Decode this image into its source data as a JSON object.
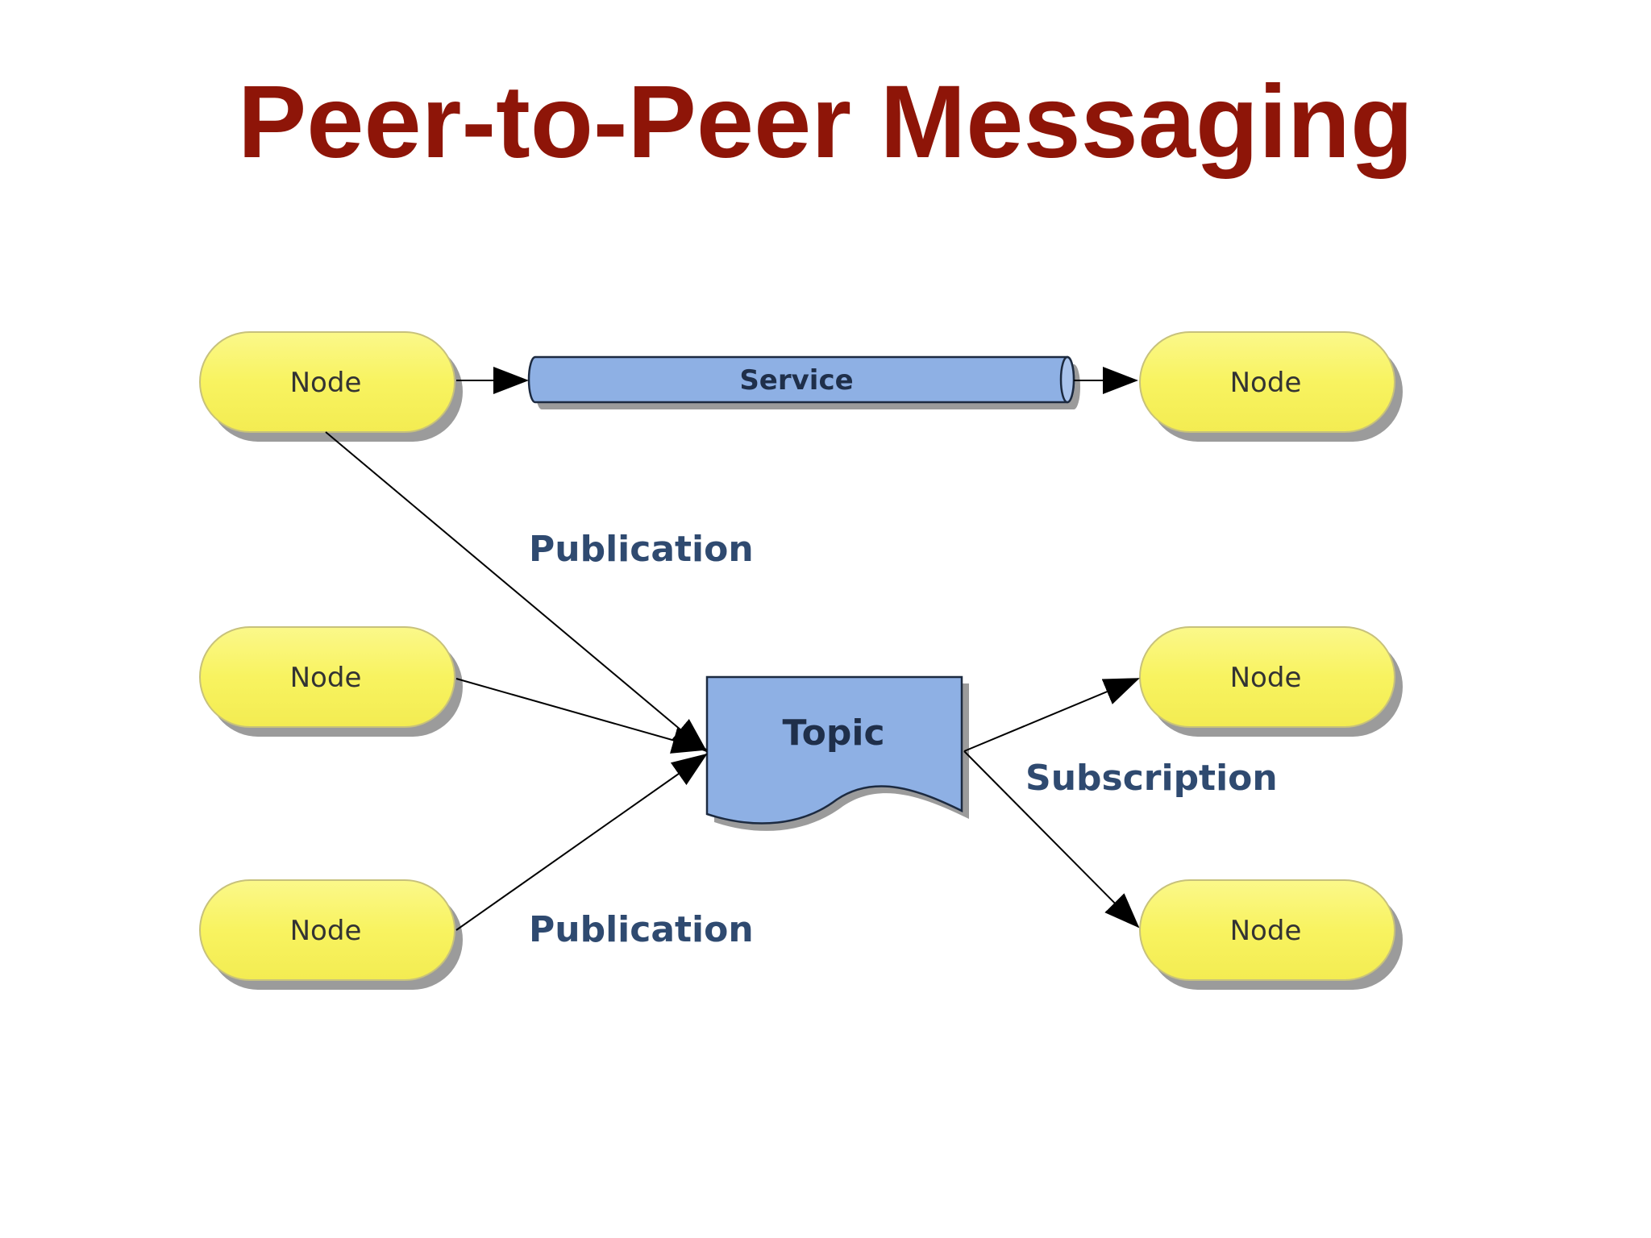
{
  "slide": {
    "title": "Peer-to-Peer Messaging"
  },
  "diagram": {
    "nodes": {
      "top_left": "Node",
      "top_right": "Node",
      "mid_left": "Node",
      "mid_right": "Node",
      "bottom_left": "Node",
      "bottom_right": "Node"
    },
    "service_label": "Service",
    "topic_label": "Topic",
    "labels": {
      "publication_upper": "Publication",
      "publication_lower": "Publication",
      "subscription": "Subscription"
    },
    "colors": {
      "title": "#8e1508",
      "node_fill": "#f8f36a",
      "node_stroke": "#c8c27a",
      "service_fill": "#8eb0e4",
      "topic_fill": "#8eb0e4",
      "shadow": "#8a8a8a",
      "label_text": "#2f4a70"
    }
  }
}
